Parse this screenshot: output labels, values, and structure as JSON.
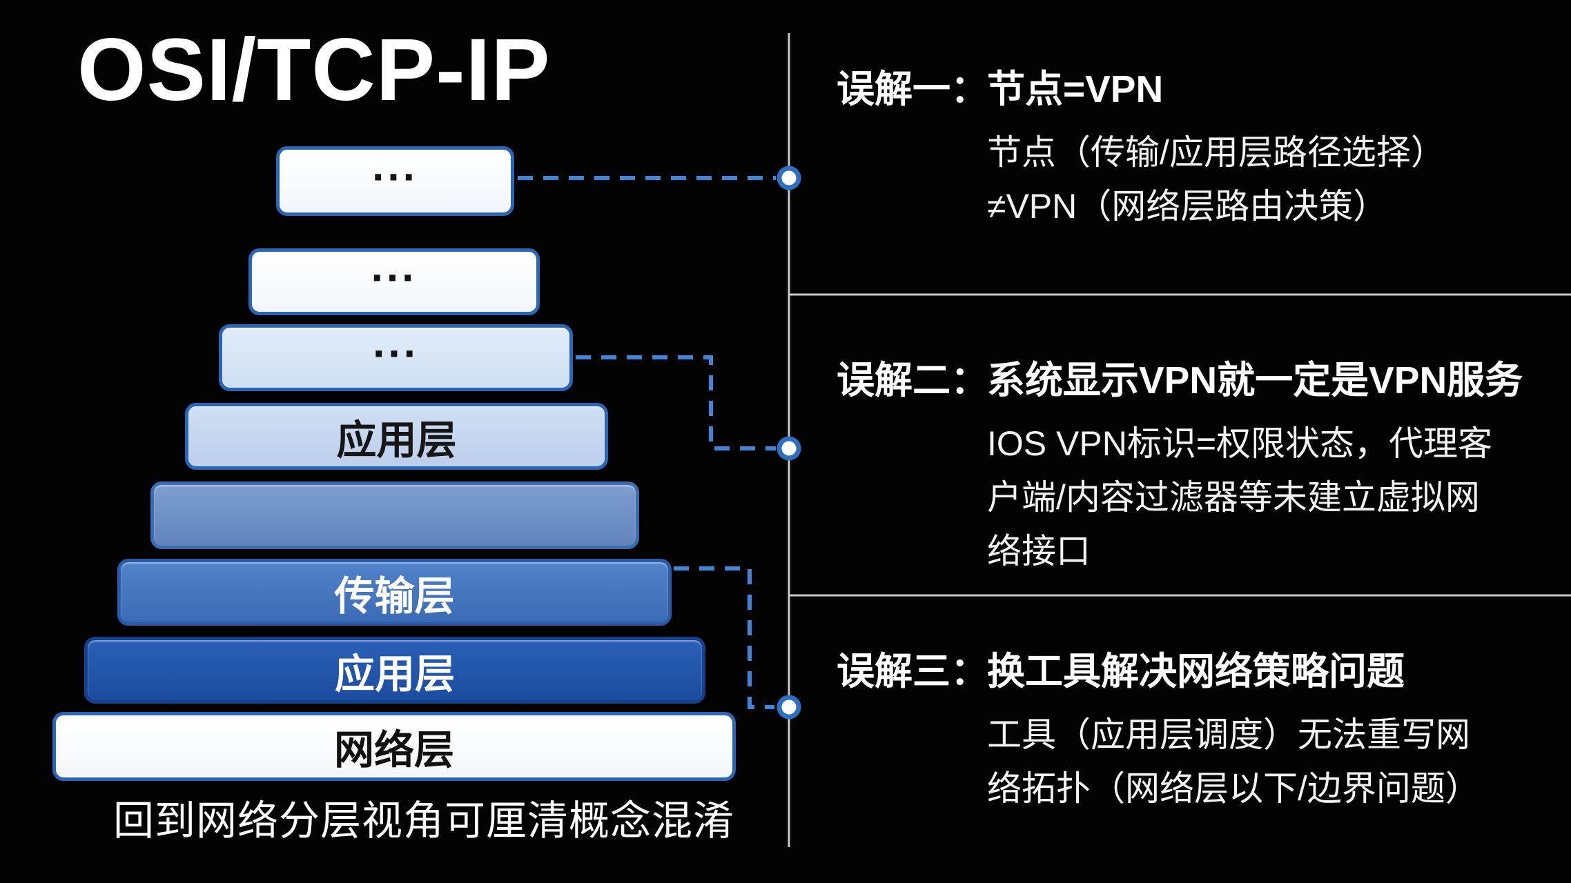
{
  "title": "OSI/TCP-IP",
  "pyramid": {
    "caption": "回到网络分层视角可厘清概念混淆",
    "layers": [
      {
        "label": "...",
        "kind": "ellipsis",
        "fill_top": "#ffffff",
        "fill_bottom": "#f2f6fc",
        "border": "#2a66b8",
        "text_color": "#141414"
      },
      {
        "label": "...",
        "kind": "ellipsis",
        "fill_top": "#ffffff",
        "fill_bottom": "#f2f6fc",
        "border": "#2a66b8",
        "text_color": "#141414"
      },
      {
        "label": "...",
        "kind": "ellipsis",
        "fill_top": "#e2ecf9",
        "fill_bottom": "#cfe0f3",
        "border": "#2a66b8",
        "text_color": "#141414"
      },
      {
        "label": "应用层",
        "kind": "named",
        "fill_top": "#cfdef2",
        "fill_bottom": "#bccfeb",
        "border": "#2a66b8",
        "text_color": "#161616"
      },
      {
        "label": "",
        "kind": "blank",
        "fill_top": "#7e9dcf",
        "fill_bottom": "#6285bd",
        "border": "#3b6cb0",
        "text_color": "#ffffff"
      },
      {
        "label": "传输层",
        "kind": "named",
        "fill_top": "#5282c9",
        "fill_bottom": "#3a6cb5",
        "border": "#2a5ba8",
        "text_color": "#ffffff"
      },
      {
        "label": "应用层",
        "kind": "named",
        "fill_top": "#2a60b6",
        "fill_bottom": "#1c4c9e",
        "border": "#16418a",
        "text_color": "#ffffff"
      },
      {
        "label": "网络层",
        "kind": "named",
        "fill_top": "#ffffff",
        "fill_bottom": "#f4f6f9",
        "border": "#2a66b8",
        "text_color": "#101010"
      }
    ]
  },
  "misconceptions": [
    {
      "label": "误解一：",
      "title": "节点=VPN",
      "lines": [
        "节点（传输/应用层路径选择）",
        "≠VPN（网络层路由决策）"
      ]
    },
    {
      "label": "误解二：",
      "title": "系统显示VPN就一定是VPN服务",
      "lines": [
        "IOS VPN标识=权限状态，代理客",
        "户端/内容过滤器等未建立虚拟网",
        "络接口"
      ]
    },
    {
      "label": "误解三：",
      "title": "换工具解决网络策略问题",
      "lines": [
        "工具（应用层调度）无法重写网",
        "络拓扑（网络层以下/边界问题）"
      ]
    }
  ],
  "colors": {
    "background": "#030303",
    "dashed_connector": "#3f86d8",
    "divider_gray": "#c9c9c9",
    "dot_ring_blue": "#2e6fc0",
    "dot_fill": "#ffffff"
  }
}
